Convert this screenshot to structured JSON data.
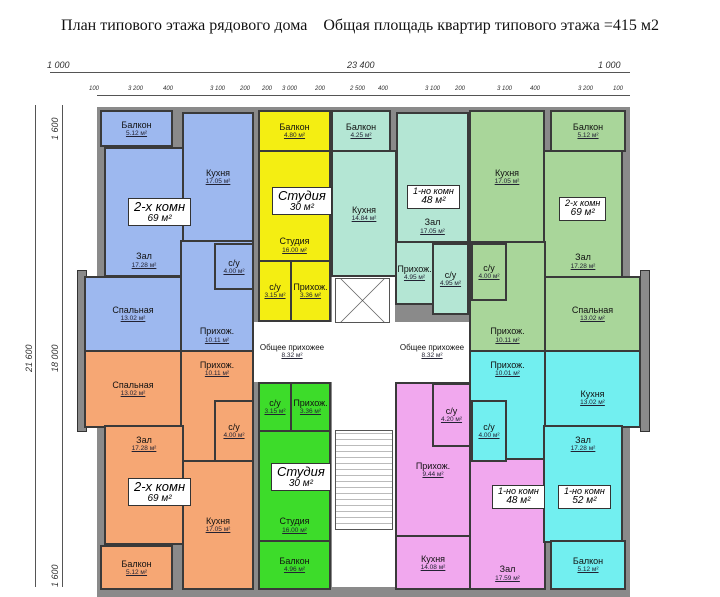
{
  "header": {
    "title": "План типового этажа рядового дома    Общая площадь квартир типового этажа =415 м2"
  },
  "dimensions": {
    "top_total": [
      "1 000",
      "23 400",
      "1 000"
    ],
    "top_parts": [
      "100",
      "3 200",
      "400",
      "3 100",
      "200",
      "200",
      "3 000",
      "200",
      "2 500",
      "400",
      "3 100",
      "200",
      "3 100",
      "400",
      "3 200",
      "100"
    ],
    "left": [
      "1 600",
      "21 600",
      "18 000",
      "1 600"
    ]
  },
  "colors": {
    "blue": "#9db8ef",
    "yellow": "#f4ee12",
    "teal": "#b4e6d4",
    "green": "#a9d69a",
    "orange": "#f6a774",
    "lime": "#3ddc2a",
    "pink": "#f1a8ee",
    "cyan": "#72eff0"
  },
  "rooms": [
    {
      "name": "Балкон",
      "area": "5.12 м²"
    },
    {
      "name": "Кухня",
      "area": "17.05 м²"
    },
    {
      "name": "Зал",
      "area": "17.28 м²"
    },
    {
      "name": "с/у",
      "area": "4.00 м²"
    },
    {
      "name": "Спальная",
      "area": "13.02 м²"
    },
    {
      "name": "Прихож.",
      "area": "10.11 м²"
    },
    {
      "name": "Балкон",
      "area": "4.80 м²"
    },
    {
      "name": "Студия",
      "area": "16.00 м²"
    },
    {
      "name": "с/у",
      "area": "3.15 м²"
    },
    {
      "name": "Прихож.",
      "area": "3.36 м²"
    },
    {
      "name": "Балкон",
      "area": "4.25 м²"
    },
    {
      "name": "Кухня",
      "area": "14.84 м²"
    },
    {
      "name": "Зал",
      "area": "17.05 м²"
    },
    {
      "name": "Прихож.",
      "area": "4.95 м²"
    },
    {
      "name": "с/у",
      "area": "4.95 м²"
    },
    {
      "name": "Кухня",
      "area": "17.05 м²"
    },
    {
      "name": "Балкон",
      "area": "5.12 м²"
    },
    {
      "name": "Зал",
      "area": "17.28 м²"
    },
    {
      "name": "с/у",
      "area": "4.00 м²"
    },
    {
      "name": "Прихож.",
      "area": "10.11 м²"
    },
    {
      "name": "Спальная",
      "area": "13.02 м²"
    },
    {
      "name": "Общее прихожее",
      "area": "8.32 м²"
    },
    {
      "name": "Общее прихожее",
      "area": "8.32 м²"
    },
    {
      "name": "Спальная",
      "area": "13.02 м²"
    },
    {
      "name": "Прихож.",
      "area": "10.11 м²"
    },
    {
      "name": "Зал",
      "area": "17.28 м²"
    },
    {
      "name": "с/у",
      "area": "4.00 м²"
    },
    {
      "name": "Кухня",
      "area": "17.05 м²"
    },
    {
      "name": "Балкон",
      "area": "5.12 м²"
    },
    {
      "name": "с/у",
      "area": "3.15 м²"
    },
    {
      "name": "Прихож.",
      "area": "3.36 м²"
    },
    {
      "name": "Студия",
      "area": "16.00 м²"
    },
    {
      "name": "Балкон",
      "area": "4.96 м²"
    },
    {
      "name": "Прихож.",
      "area": "9.44 м²"
    },
    {
      "name": "с/у",
      "area": "4.20 м²"
    },
    {
      "name": "Кухня",
      "area": "14.08 м²"
    },
    {
      "name": "Зал",
      "area": "17.59 м²"
    },
    {
      "name": "Прихож.",
      "area": "10.01 м²"
    },
    {
      "name": "Кухня",
      "area": "13.02 м²"
    },
    {
      "name": "с/у",
      "area": "4.00 м²"
    },
    {
      "name": "Зал",
      "area": "17.28 м²"
    },
    {
      "name": "Балкон",
      "area": "5.12 м²"
    }
  ],
  "apartments": [
    {
      "type": "2-х комн",
      "area": "69 м²"
    },
    {
      "type": "Студия",
      "area": "30 м²"
    },
    {
      "type": "1-но комн",
      "area": "48 м²"
    },
    {
      "type": "2-х комн",
      "area": "69 м²"
    },
    {
      "type": "2-х комн",
      "area": "69 м²"
    },
    {
      "type": "Студия",
      "area": "30 м²"
    },
    {
      "type": "1-но комн",
      "area": "48 м²"
    },
    {
      "type": "1-но комн",
      "area": "52 м²"
    }
  ]
}
